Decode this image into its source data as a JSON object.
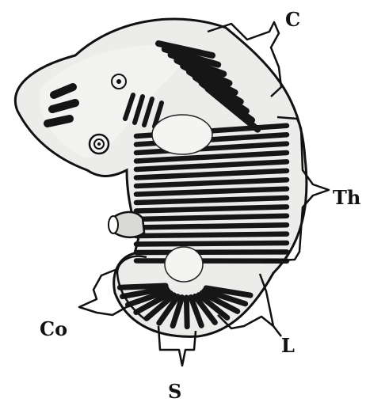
{
  "labels": {
    "cervical": "C",
    "thoracic": "Th",
    "lumbar": "L",
    "sacral": "S",
    "coccygeal": "Co"
  },
  "colors": {
    "ink": "#111111",
    "tissue": "#ececea",
    "background": "#ffffff"
  }
}
